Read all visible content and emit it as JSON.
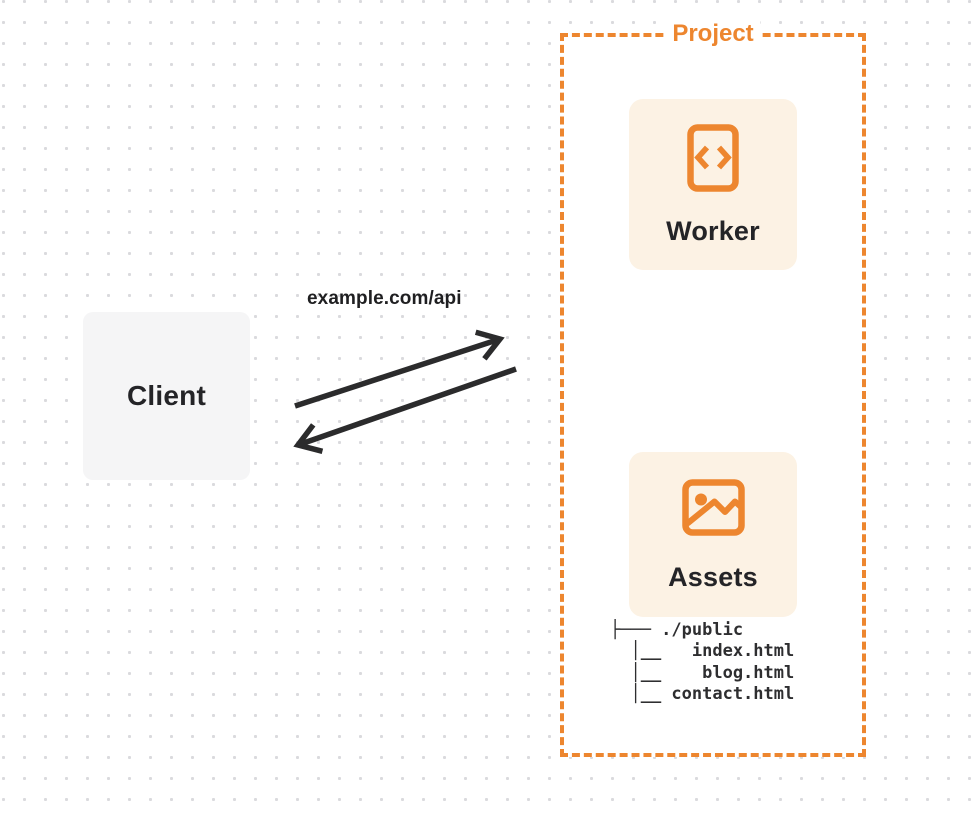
{
  "diagram": {
    "client": {
      "label": "Client"
    },
    "request_label": "example.com/api",
    "project": {
      "label": "Project",
      "worker": {
        "label": "Worker"
      },
      "assets": {
        "label": "Assets"
      },
      "file_tree": {
        "lines": [
          "├─── ./public",
          "  │__   index.html",
          "  │__    blog.html",
          "  │__ contact.html"
        ]
      }
    },
    "colors": {
      "accent_orange": "#ed862f",
      "card_cream": "#fcf2e4",
      "client_gray": "#f5f5f6",
      "ink": "#2b2b2c",
      "dot": "#dadadd"
    }
  }
}
